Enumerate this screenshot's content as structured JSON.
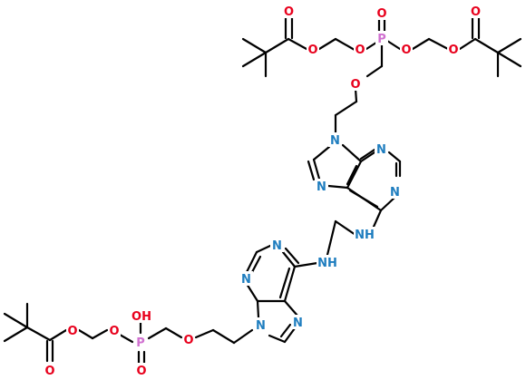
{
  "colors": {
    "bond": "#000000",
    "oxygen": "#e8001c",
    "nitrogen": "#1e7dbf",
    "phosphorus": "#d070d0",
    "background": "#ffffff"
  },
  "atom_labels": {
    "O": "O",
    "N": "N",
    "NH": "NH",
    "P": "P",
    "OH": "OH"
  }
}
